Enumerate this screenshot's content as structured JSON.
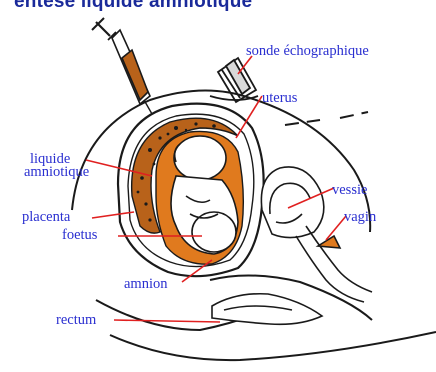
{
  "title": "entèse liquide amniotique",
  "labels": {
    "sonde": "sonde échographique",
    "uterus": "uterus",
    "liquide_1": "liquide",
    "liquide_2": "amniotique",
    "vessie": "vessie",
    "placenta": "placenta",
    "vagin": "vagin",
    "foetus": "foetus",
    "amnion": "amnion",
    "rectum": "rectum"
  },
  "colors": {
    "label_text": "#2a2fd0",
    "leader_line": "#e02020",
    "placenta": "#b8621a",
    "amniotic_fill": "#e07a1e",
    "fetus": "#ffffff",
    "outline": "#1a1a1a"
  }
}
